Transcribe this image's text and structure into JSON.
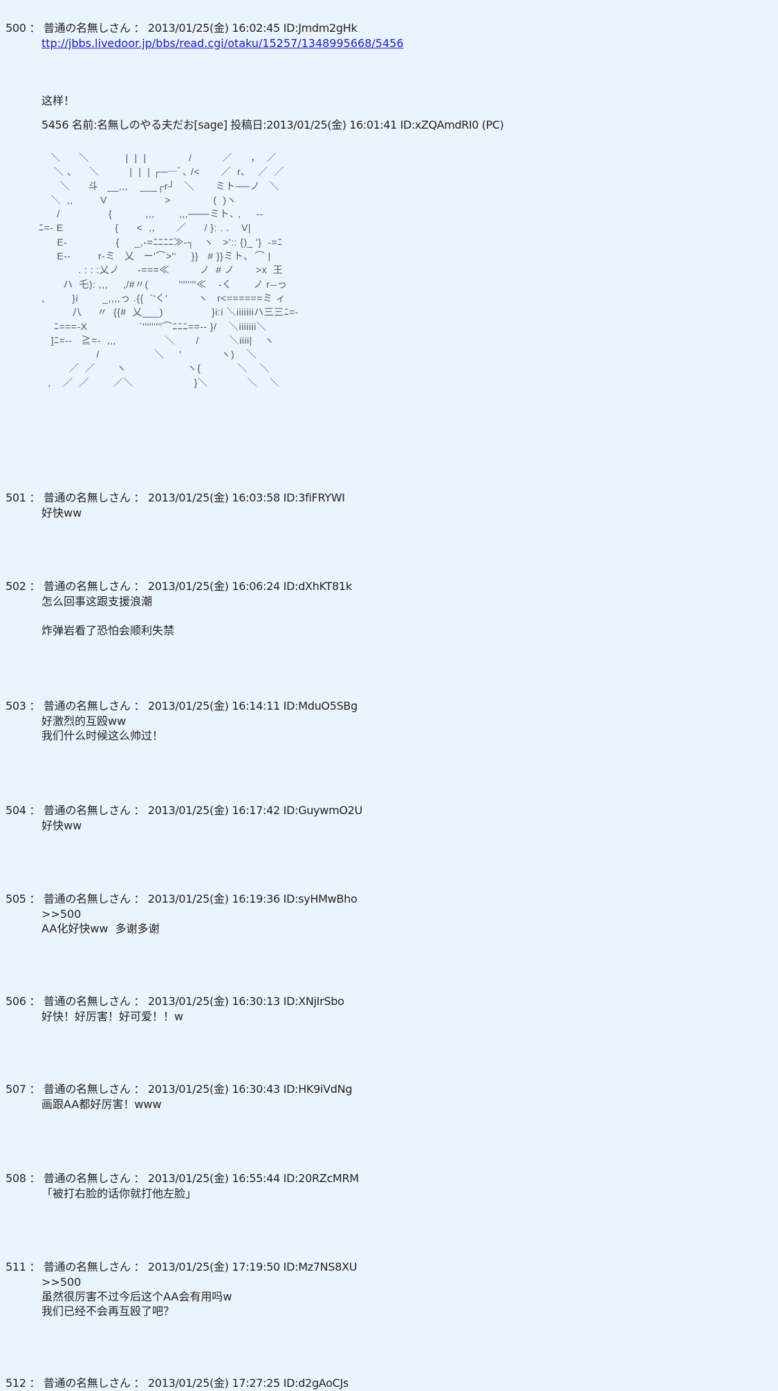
{
  "posts": [
    {
      "num": "500",
      "name": "普通の名無しさん",
      "date": "2013/01/25(金) 16:02:45",
      "id": "ID:Jmdm2gHk",
      "link": "ttp://jbbs.livedoor.jp/bbs/read.cgi/otaku/15257/1348995668/5456",
      "text1": "这样！",
      "quote_header": "5456 名前:名無しのやる夫だお[sage] 投稿日:2013/01/25(金) 16:01:41 ID:xZQAmdRI0 (PC)"
    },
    {
      "num": "501",
      "name": "普通の名無しさん",
      "date": "2013/01/25(金) 16:03:58",
      "id": "ID:3fiFRYWI",
      "lines": [
        "好快ww"
      ]
    },
    {
      "num": "502",
      "name": "普通の名無しさん",
      "date": "2013/01/25(金) 16:06:24",
      "id": "ID:dXhKT81k",
      "lines": [
        "怎么回事这跟支援浪潮",
        "",
        "炸弹岩看了恐怕会顺利失禁"
      ]
    },
    {
      "num": "503",
      "name": "普通の名無しさん",
      "date": "2013/01/25(金) 16:14:11",
      "id": "ID:MduO5SBg",
      "lines": [
        "好激烈的互殴ww",
        "我们什么时候这么帅过！"
      ]
    },
    {
      "num": "504",
      "name": "普通の名無しさん",
      "date": "2013/01/25(金) 16:17:42",
      "id": "ID:GuywmO2U",
      "lines": [
        "好快ww"
      ]
    },
    {
      "num": "505",
      "name": "普通の名無しさん",
      "date": "2013/01/25(金) 16:19:36",
      "id": "ID:syHMwBho",
      "lines": [
        ">>500",
        "AA化好快ww  多谢多谢"
      ]
    },
    {
      "num": "506",
      "name": "普通の名無しさん",
      "date": "2013/01/25(金) 16:30:13",
      "id": "ID:XNjIrSbo",
      "lines": [
        "好快！好厉害！好可爱！！w"
      ]
    },
    {
      "num": "507",
      "name": "普通の名無しさん",
      "date": "2013/01/25(金) 16:30:43",
      "id": "ID:HK9iVdNg",
      "lines": [
        "画跟AA都好厉害！www"
      ]
    },
    {
      "num": "508",
      "name": "普通の名無しさん",
      "date": "2013/01/25(金) 16:55:44",
      "id": "ID:20RZcMRM",
      "lines": [
        "「被打右脸的话你就打他左脸」"
      ]
    },
    {
      "num": "511",
      "name": "普通の名無しさん",
      "date": "2013/01/25(金) 17:19:50",
      "id": "ID:Mz7NS8XU",
      "lines": [
        ">>500",
        "虽然很厉害不过今后这个AA会有用吗w",
        "我们已经不会再互殴了吧？"
      ]
    },
    {
      "num": "512",
      "name": "普通の名無しさん",
      "date": "2013/01/25(金) 17:27:25",
      "id": "ID:d2gAoCJs",
      "lines": []
    }
  ],
  "ascii_art": [
    "    ＼      ＼            |  |  |              /          ／      ，  ／",
    "     ＼ 、    ＼          |  |  | ┌──ﾞ､ /<       ／  r､    ／  ／",
    "       ＼      斗   __,,,    ___┌r┘   ＼       ミト──ノ   ＼",
    "    ＼  ,,         V                   >              (  )ヽ",
    "      /                {           ,,,        ,,,───ミト､ ,     --",
    "ﾆ=- E                 {      <  ,,       ／      / }: . .    V|",
    "      E-                {     _,-=ﾆﾆﾆﾆ≫-┐   ヽ   >':: {)_ '}  -=ﾆ",
    "      E--         r-ミ   乂   ー'⌒>''     }}   # }}ミト､  ⌒ |",
    "             . : : :乂ノ      -===≪          ノ  # ノ       >x  王",
    "        ハ  乇): ,,,     ,/#〃(          ''''''''≪    -く       ノ r--っ",
    " ,         }i        _,,,,っ .{{  `'く'          ヽ   r<======ミ ィ",
    "           八     〃  {{#  乂___)                }i:i ＼iiiiiiiハ三三ﾆ=-",
    "     ﾆ===-X                 `'''''''''⌒ﾆﾆﾆ==-- }/    ＼iiiiiii＼",
    "    ]ﾆ=--   ≧=-  ,,,                ＼       /          ＼iiii|    ヽ",
    "                   /                  ＼     '             ヽ)    ＼",
    "          ／  ／       ヽ                    ヽ{            ＼    ＼",
    "   ,    ／  ／        ／＼                    }＼             ＼    ＼"
  ],
  "colors": {
    "background": "#eaf4fc",
    "link": "#1a1acc",
    "text": "#222222"
  }
}
